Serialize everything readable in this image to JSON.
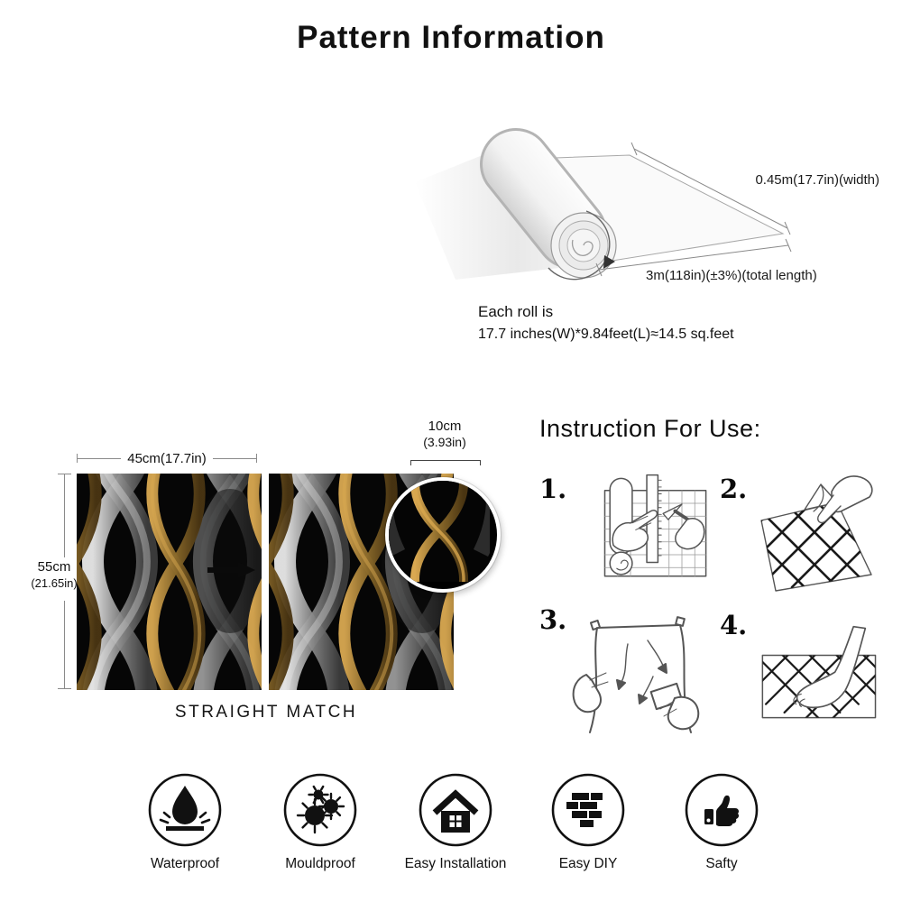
{
  "page": {
    "title": "Pattern Information"
  },
  "roll": {
    "width_label": "0.45m(17.7in)(width)",
    "length_label": "3m(118in)(±3%)(total length)",
    "info_line1": "Each roll is",
    "info_line2": "17.7 inches(W)*9.84feet(L)≈14.5 sq.feet"
  },
  "swatch": {
    "width_label": "45cm(17.7in)",
    "height_label_line1": "55cm",
    "height_label_line2": "(21.65in)",
    "inset_label_line1": "10cm",
    "inset_label_line2": "(3.93in)",
    "match_label": "STRAIGHT MATCH",
    "colors": {
      "background": "#060606",
      "silver": "#c9c9c9",
      "gold": "#a9812f"
    }
  },
  "instructions": {
    "heading": "Instruction For Use:",
    "steps": [
      {
        "number": "1.",
        "icon": "cut-wallpaper-illustration"
      },
      {
        "number": "2.",
        "icon": "peel-backing-illustration"
      },
      {
        "number": "3.",
        "icon": "apply-smooth-illustration"
      },
      {
        "number": "4.",
        "icon": "press-flat-illustration"
      }
    ]
  },
  "features": [
    {
      "label": "Waterproof",
      "icon": "waterproof-icon"
    },
    {
      "label": "Mouldproof",
      "icon": "mouldproof-icon"
    },
    {
      "label": "Easy Installation",
      "icon": "easy-installation-icon"
    },
    {
      "label": "Easy DIY",
      "icon": "easy-diy-icon"
    },
    {
      "label": "Safty",
      "icon": "safety-icon"
    }
  ]
}
